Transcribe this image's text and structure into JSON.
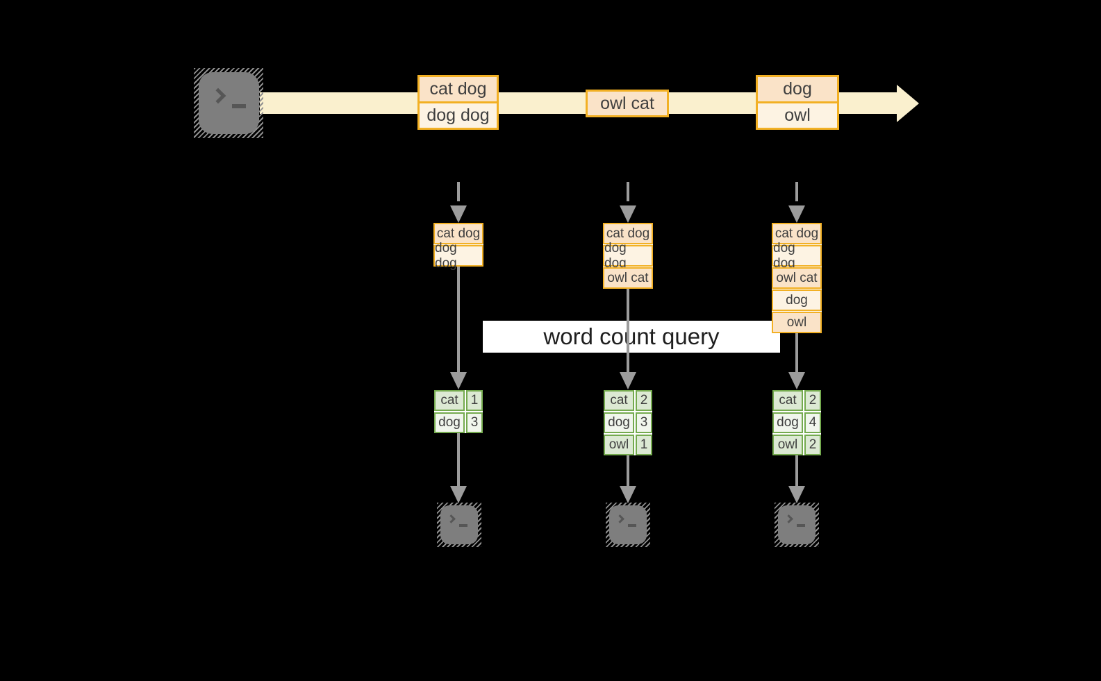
{
  "diagram_title": "word count query",
  "icons": {
    "stream_source": "terminal-icon",
    "result_sink": "terminal-icon"
  },
  "stream": {
    "batches": [
      {
        "rows": [
          "cat dog",
          "dog dog"
        ]
      },
      {
        "rows": [
          "owl cat"
        ]
      },
      {
        "rows": [
          "dog",
          "owl"
        ]
      }
    ]
  },
  "query": {
    "label": "word count query"
  },
  "micro_batches": [
    {
      "input_rows": [
        "cat dog",
        "dog dog"
      ],
      "word_counts": [
        {
          "word": "cat",
          "count": "1"
        },
        {
          "word": "dog",
          "count": "3"
        }
      ]
    },
    {
      "input_rows": [
        "cat dog",
        "dog dog",
        "owl cat"
      ],
      "word_counts": [
        {
          "word": "cat",
          "count": "2"
        },
        {
          "word": "dog",
          "count": "3"
        },
        {
          "word": "owl",
          "count": "1"
        }
      ]
    },
    {
      "input_rows": [
        "cat dog",
        "dog dog",
        "owl cat",
        "dog",
        "owl"
      ],
      "word_counts": [
        {
          "word": "cat",
          "count": "2"
        },
        {
          "word": "dog",
          "count": "4"
        },
        {
          "word": "owl",
          "count": "2"
        }
      ]
    }
  ],
  "colors": {
    "orange_border": "#F2B024",
    "peach_fill": "#FAE3C8",
    "cream_fill": "#FDF3E3",
    "stream_fill": "#FAF0CE",
    "green_border": "#74AA4E",
    "green_fill": "#DCE9D3",
    "pale_green_fill": "#F1F6ED",
    "arrow_gray": "#9C9C9C",
    "text_dark": "#3F3F3F"
  }
}
